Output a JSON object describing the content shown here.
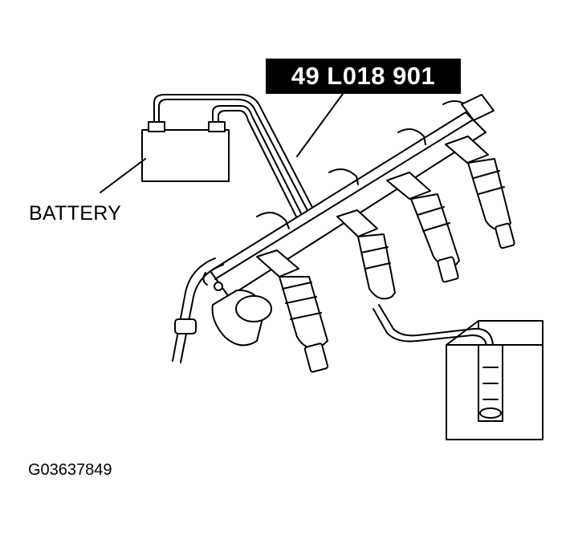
{
  "diagram": {
    "tool_label": "49 L018 901",
    "battery_label": "BATTERY",
    "figure_id": "G03637849"
  }
}
